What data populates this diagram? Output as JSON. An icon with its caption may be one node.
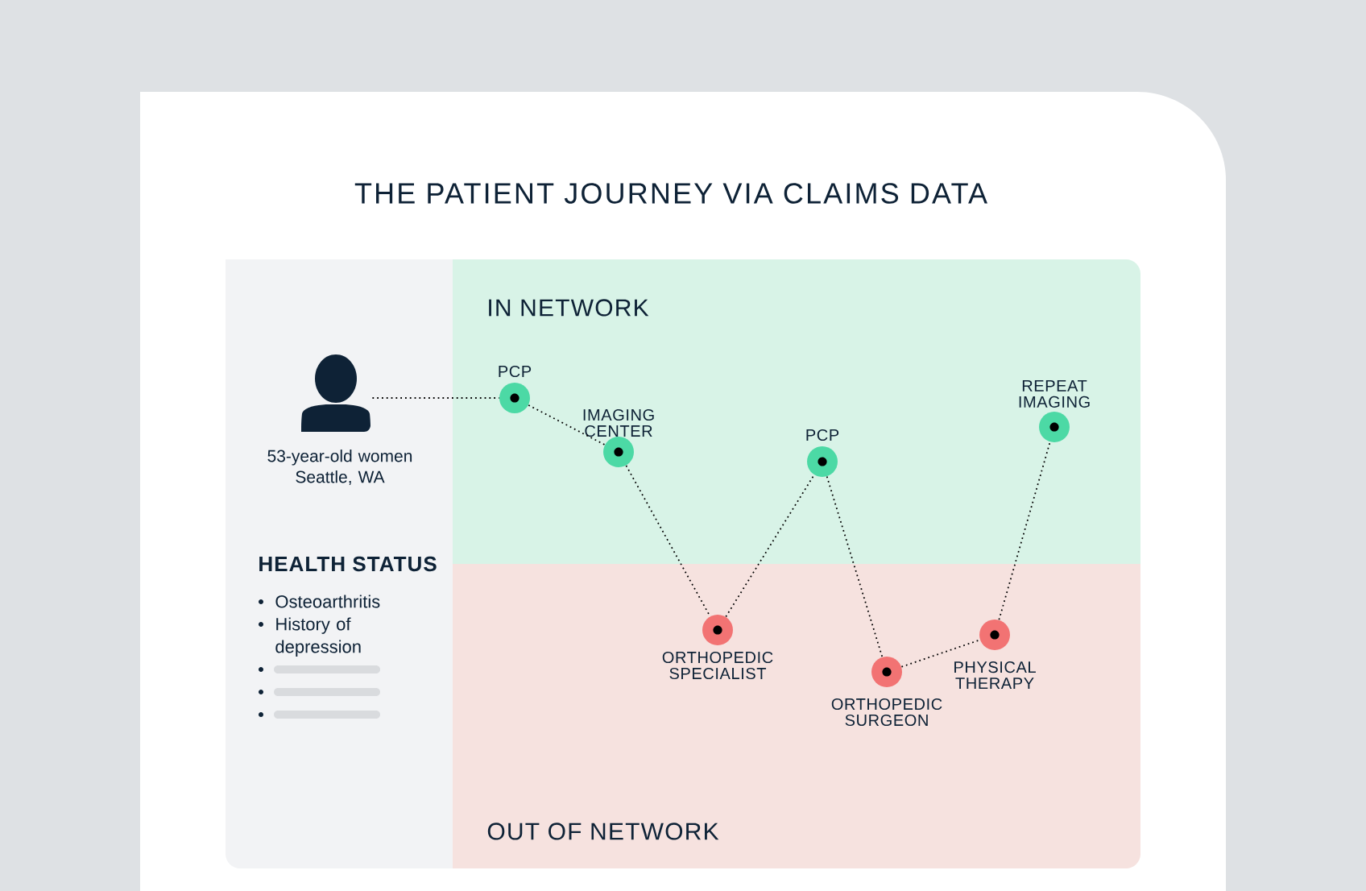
{
  "diagram": {
    "title": "THE PATIENT JOURNEY VIA CLAIMS DATA",
    "nodes": [
      {
        "text": [
          "IN NETWORK"
        ]
      },
      {
        "text": [
          "OUT OF NETWORK"
        ]
      },
      {
        "text": [],
        "shape": "person",
        "beside": [
          "53-year-old women Seattle, WA"
        ]
      },
      {
        "text": [
          "PCP"
        ],
        "in": 0
      },
      {
        "text": [
          "IMAGING CENTER"
        ],
        "in": 0
      },
      {
        "text": [
          "ORTHOPEDIC SPECIALIST"
        ],
        "in": 1
      },
      {
        "text": [
          "PCP"
        ],
        "in": 0
      },
      {
        "text": [
          "ORTHOPEDIC SURGEON"
        ],
        "in": 1
      },
      {
        "text": [
          "PHYSICAL THERAPY"
        ],
        "in": 1
      },
      {
        "text": [
          "REPEAT IMAGING"
        ],
        "in": 0
      }
    ],
    "edges": [
      {
        "from": 2,
        "to": 3,
        "arrow": "none",
        "style": "dashed"
      },
      {
        "from": 3,
        "to": 4,
        "arrow": "none",
        "style": "dashed"
      },
      {
        "from": 4,
        "to": 5,
        "arrow": "none",
        "style": "dashed"
      },
      {
        "from": 5,
        "to": 6,
        "arrow": "none",
        "style": "dashed"
      },
      {
        "from": 6,
        "to": 7,
        "arrow": "none",
        "style": "dashed"
      },
      {
        "from": 7,
        "to": 8,
        "arrow": "none",
        "style": "dashed"
      },
      {
        "from": 8,
        "to": 9,
        "arrow": "none",
        "style": "dashed"
      }
    ],
    "labels": [
      "HEALTH STATUS",
      "Osteoarthritis",
      "History of depression"
    ]
  }
}
